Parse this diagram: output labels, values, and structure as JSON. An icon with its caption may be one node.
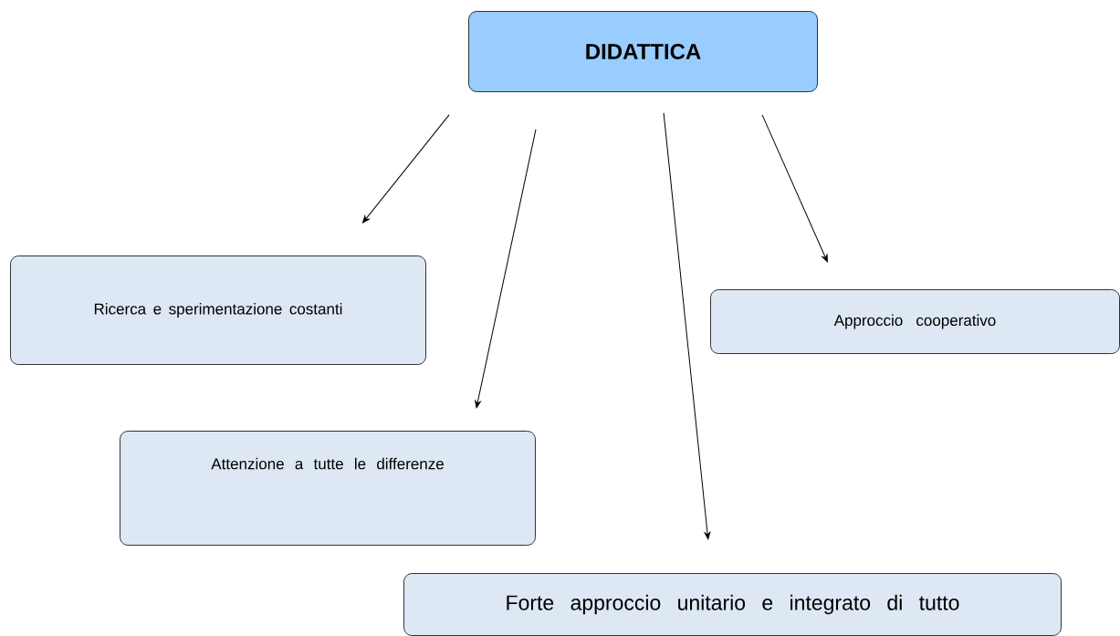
{
  "diagram": {
    "nodes": [
      {
        "text": [
          "DIDATTICA"
        ]
      },
      {
        "text": [
          "Ricerca e sperimentazione costanti"
        ]
      },
      {
        "text": [
          "Approccio cooperativo"
        ]
      },
      {
        "text": [
          "Attenzione a tutte le differenze"
        ]
      },
      {
        "text": [
          "Forte approccio unitario e integrato di tutto"
        ]
      }
    ],
    "edges": [
      {
        "from": 0,
        "to": 1,
        "arrow": "to"
      },
      {
        "from": 0,
        "to": 3,
        "arrow": "to"
      },
      {
        "from": 0,
        "to": 4,
        "arrow": "to"
      },
      {
        "from": 0,
        "to": 2,
        "arrow": "to"
      }
    ]
  }
}
